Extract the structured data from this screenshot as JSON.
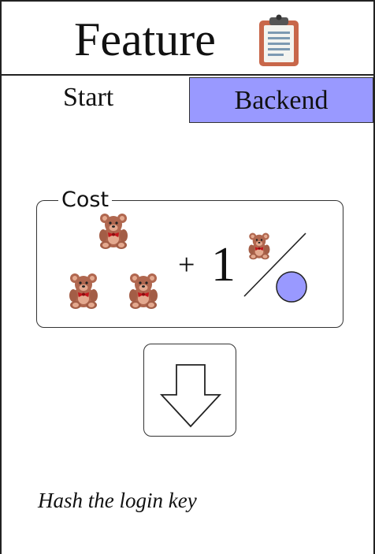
{
  "card": {
    "title": "Feature",
    "title_icon": "clipboard-icon",
    "tags": [
      {
        "label": "Start",
        "highlighted": false
      },
      {
        "label": "Backend",
        "highlighted": true,
        "color": "#9999ff"
      }
    ],
    "cost": {
      "label": "Cost",
      "bear_icon": "teddy-bear-icon",
      "bear_count": 3,
      "plus": "+",
      "extra_amount": "1",
      "extra_icon": "teddy-bear-icon",
      "disc_icon": "blue-disc-icon",
      "disc_color": "#9999ff"
    },
    "action_icon": "down-arrow-icon",
    "effect": "Hash the login key"
  }
}
